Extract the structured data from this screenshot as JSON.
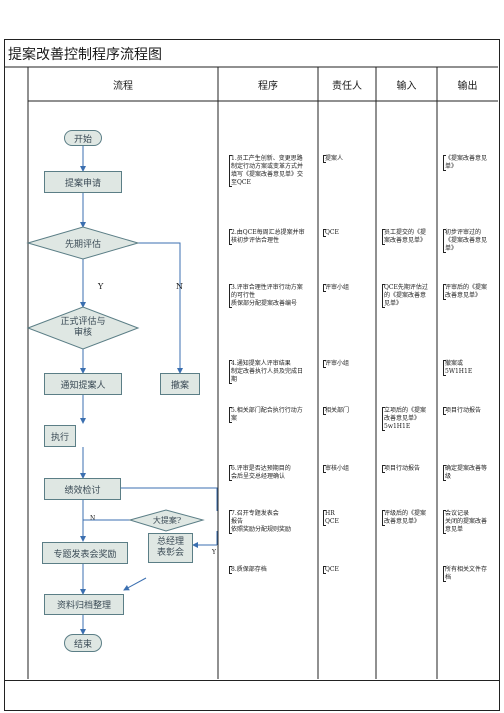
{
  "title": "提案改善控制程序流程图",
  "headers": {
    "flow": "流程",
    "procedure": "程序",
    "owner": "责任人",
    "input": "输入",
    "output": "输出"
  },
  "nodes": {
    "start": "开始",
    "apply": "提案申请",
    "pre_eval": "先期评估",
    "formal_eval": "正式评估与\n审核",
    "notify": "通知提案人",
    "withdraw": "撤案",
    "execute": "执行",
    "check": "绩效检讨",
    "big": "大提案?",
    "reward": "专题发表会奖励",
    "gm": "总经理\n表彰会",
    "archive": "资料归档整理",
    "end": "结束"
  },
  "branch_labels": {
    "y1": "Y",
    "n1": "N",
    "n2": "N",
    "y2": "Y"
  },
  "rows": [
    {
      "procedure": "1.员工产生创新、变更思路\n制定行动方案或变革方式并\n填写《提案改善意见单》交\n至QCE",
      "owner": "提案人",
      "input": "",
      "output": "《提案改善意见\n单》"
    },
    {
      "procedure": "2.由QCE每周汇总提案并审\n核初步评估合理性",
      "owner": "QCE",
      "input": "员工提交的《提\n案改善意见单》",
      "output": "初步评审过的\n《提案改善意见\n单》"
    },
    {
      "procedure": "3.评审合理性评审行动方案\n的可行性\n质保部分配提案改善编号",
      "owner": "评审小组",
      "input": "QCE先期评估过\n的《提案改善意\n见单》",
      "output": "评审后的《提案\n改善意见单》"
    },
    {
      "procedure": "4.通知提案人评审结果\n制定改善执行人员及完成日\n期",
      "owner": "评审小组",
      "input": "",
      "output": "撤案或\n5W1H1E"
    },
    {
      "procedure": "5.相关部门配合执行行动方\n案",
      "owner": "相关部门",
      "input": "立项后的《提案\n改善意见单》\n5w1H1E",
      "output": "项目行动报告"
    },
    {
      "procedure": "6.评审是否达预期目的\n会后呈交总经理确认",
      "owner": "审核小组",
      "input": "项目行动报告",
      "output": "确定提案改善等\n级"
    },
    {
      "procedure": "7.召开专题发表会\n报告\n依照奖励分配规则奖励",
      "owner": "HR\nQCE",
      "input": "评级后的《提案\n改善意见单》",
      "output": "会议记录\n关闭的提案改善\n意见单"
    },
    {
      "procedure": "8.质保部存档",
      "owner": "QCE",
      "input": "",
      "output": "所有相关文件存\n档"
    }
  ]
}
